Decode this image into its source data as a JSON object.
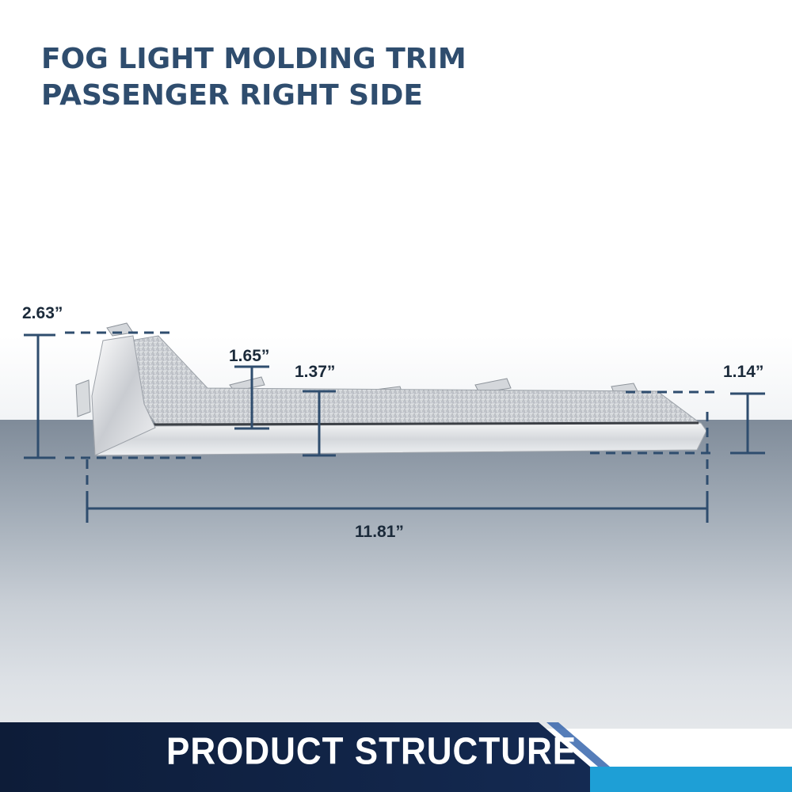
{
  "header": {
    "title_line1": "FOG LIGHT MOLDING TRIM",
    "title_line2": "PASSENGER RIGHT SIDE"
  },
  "dimensions": {
    "overall_height": "2.63”",
    "inner_height_a": "1.65”",
    "inner_height_b": "1.37”",
    "end_height": "1.14”",
    "overall_length": "11.81”"
  },
  "banner": {
    "label": "PRODUCT STRUCTURE"
  },
  "colors": {
    "title": "#2f4d6e",
    "dimension_lines": "#2f4d6e",
    "banner_dark": "#0f2140",
    "banner_accent": "#1e9fd6"
  }
}
